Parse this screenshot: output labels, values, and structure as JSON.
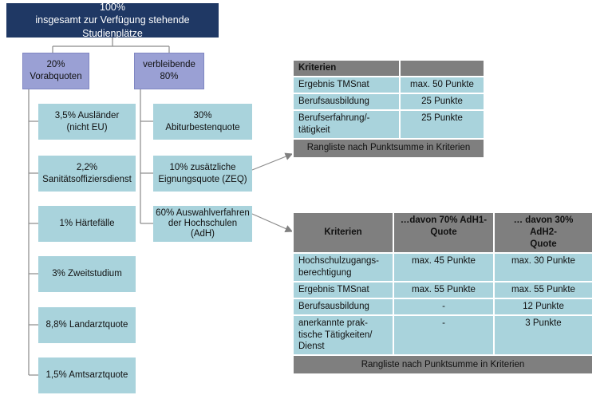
{
  "root": {
    "line1": "100%",
    "line2": "insgesamt zur Verfügung stehende Studienplätze"
  },
  "level1": {
    "left": {
      "line1": "20%",
      "line2": "Vorabquoten"
    },
    "right": {
      "line1": "verbleibende",
      "line2": "80%"
    }
  },
  "vorab": [
    {
      "line1": "3,5% Ausländer",
      "line2": "(nicht EU)"
    },
    {
      "line1": "2,2%",
      "line2": "Sanitätsoffiziersdienst"
    },
    {
      "line1": "1% Härtefälle",
      "line2": ""
    },
    {
      "line1": "3% Zweitstudium",
      "line2": ""
    },
    {
      "line1": "8,8% Landarztquote",
      "line2": ""
    },
    {
      "line1": "1,5% Amtsarztquote",
      "line2": ""
    }
  ],
  "remaining": [
    {
      "line1": "30%",
      "line2": "Abiturbestenquote",
      "line3": ""
    },
    {
      "line1": "10% zusätzliche",
      "line2": "Eignungsquote (ZEQ)",
      "line3": ""
    },
    {
      "line1": "60% Auswahlverfahren",
      "line2": "der Hochschulen",
      "line3": "(AdH)"
    }
  ],
  "zeq_table": {
    "headers": [
      "Kriterien",
      ""
    ],
    "rows": [
      [
        "Ergebnis TMSnat",
        "max. 50 Punkte"
      ],
      [
        "Berufsausbildung",
        "25 Punkte"
      ],
      [
        "Berufserfahrung/-\ntätigkeit",
        "25 Punkte"
      ]
    ],
    "footer": "Rangliste nach Punktsumme in Kriterien"
  },
  "adh_table": {
    "headers": [
      "Kriterien",
      "…davon 70% AdH1-\nQuote",
      "… davon 30% AdH2-\nQuote"
    ],
    "rows": [
      [
        "Hochschulzugangs-\nberechtigung",
        "max. 45 Punkte",
        "max. 30 Punkte"
      ],
      [
        "Ergebnis TMSnat",
        "max. 55 Punkte",
        "max. 55 Punkte"
      ],
      [
        "Berufsausbildung",
        "-",
        "12 Punkte"
      ],
      [
        "anerkannte prak-\ntische Tätigkeiten/\nDienst",
        "-",
        "3 Punkte"
      ]
    ],
    "footer": "Rangliste nach Punktsumme in Kriterien"
  },
  "colors": {
    "dark_blue": "#1f3864",
    "purple": "#9aa0d4",
    "teal": "#a9d3dc",
    "gray": "#7f7f7f"
  }
}
